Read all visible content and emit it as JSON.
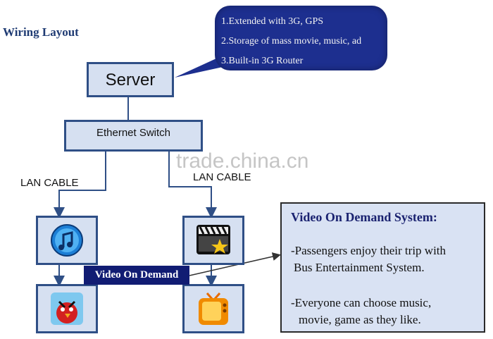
{
  "title": "Wiring Layout",
  "server_label": "Server",
  "switch_label": "Ethernet Switch",
  "cable_left": "LAN CABLE",
  "cable_right": "LAN CABLE",
  "bubble": {
    "line1": "1.Extended with 3G, GPS",
    "line2": "2.Storage of mass movie, music, ad",
    "line3": "3.Built-in 3G Router"
  },
  "vod_label": "Video On Demand",
  "info": {
    "heading": "Video On Demand System:",
    "p1_line1": "-Passengers enjoy their trip with",
    "p1_line2": "Bus Entertainment System.",
    "p2_line1": "-Everyone can choose music,",
    "p2_line2": "movie, game as they like."
  },
  "watermark": "trade.china.cn",
  "icons": [
    "music-app-icon",
    "movie-app-icon",
    "game-app-icon",
    "tv-app-icon"
  ]
}
